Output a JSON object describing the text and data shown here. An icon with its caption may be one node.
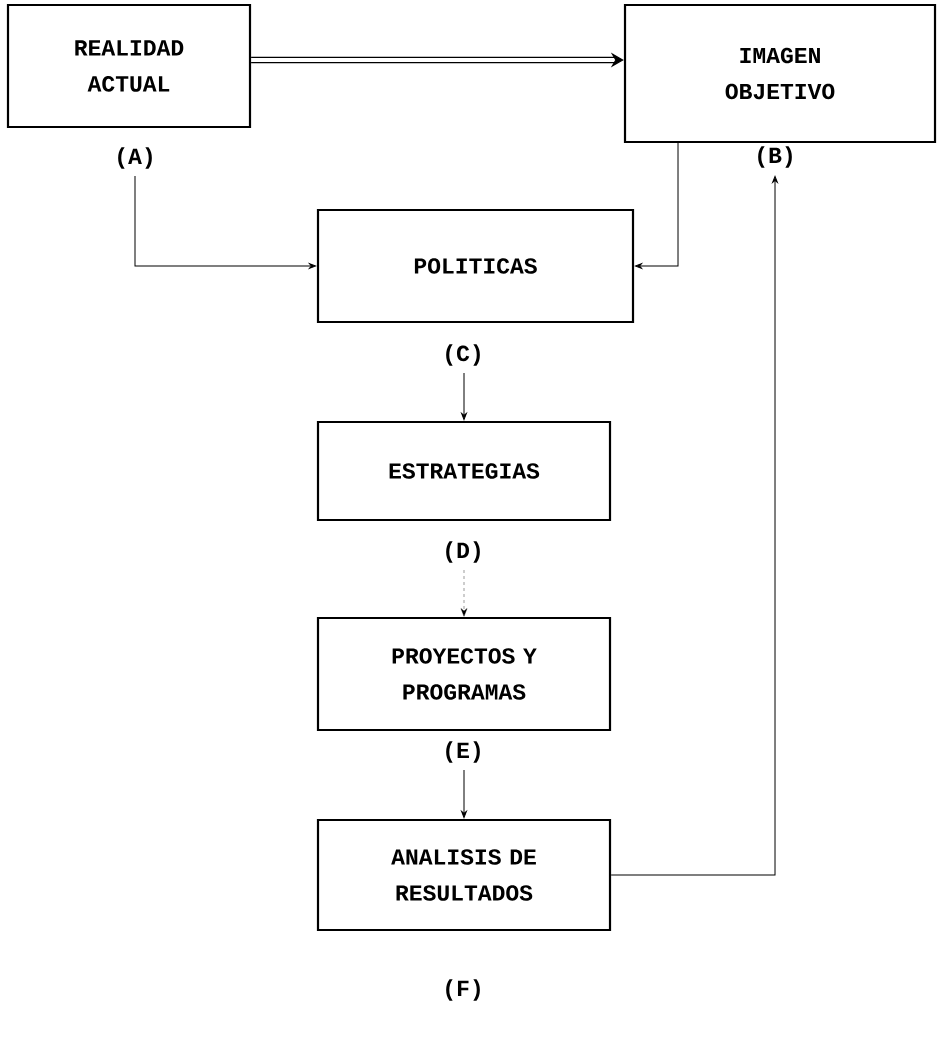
{
  "diagram": {
    "nodes": [
      {
        "text": [
          "REALIDAD ACTUAL"
        ],
        "beside": [
          "(A)"
        ]
      },
      {
        "text": [
          "IMAGEN OBJETIVO"
        ],
        "beside": [
          "(B)"
        ]
      },
      {
        "text": [
          "POLITICAS"
        ],
        "beside": [
          "(C)"
        ]
      },
      {
        "text": [
          "ESTRATEGIAS"
        ],
        "beside": [
          "(D)"
        ]
      },
      {
        "text": [
          "PROYECTOS Y PROGRAMAS"
        ],
        "beside": [
          "(E)"
        ]
      },
      {
        "text": [
          "ANALISIS DE RESULTADOS"
        ],
        "beside": [
          "(F)"
        ]
      }
    ],
    "edges": [
      {
        "from": 0,
        "to": 1,
        "arrow": "to",
        "style": "thick"
      },
      {
        "from": 0,
        "to": 2,
        "arrow": "to"
      },
      {
        "from": 1,
        "to": 2,
        "arrow": "to"
      },
      {
        "from": 2,
        "to": 3,
        "arrow": "to"
      },
      {
        "from": 3,
        "to": 4,
        "arrow": "to",
        "style": "dashed"
      },
      {
        "from": 4,
        "to": 5,
        "arrow": "to"
      },
      {
        "from": 5,
        "to": 1,
        "arrow": "to"
      }
    ]
  }
}
